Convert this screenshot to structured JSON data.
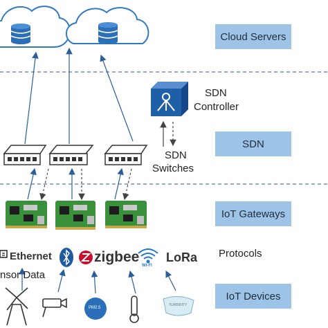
{
  "layers": {
    "cloud": "Cloud Servers",
    "sdn": "SDN",
    "gateways": "IoT Gateways",
    "protocols": "Protocols",
    "devices": "IoT Devices"
  },
  "sdn_controller": {
    "line1": "SDN",
    "line2": "Controller"
  },
  "sdn_switches": {
    "line1": "SDN",
    "line2": "Switches"
  },
  "protocols": {
    "ethernet": "Ethernet",
    "zigbee": "zigbee",
    "wifi": "WI-FI",
    "lora": "LoRa"
  },
  "sensor_data": "nsor Data",
  "device_labels": {
    "pm": "PM2.5",
    "turbidity": "TURBIDITY"
  },
  "colors": {
    "layer_box": "#9dc3e6",
    "divider": "#6e8fb8",
    "cloud_outline": "#2f79c6",
    "database": "#2c6fb5",
    "controller": "#1f5fa8",
    "pcb": "#3a8f3a",
    "zigbee": "#c8102e",
    "wifi": "#1f78c8"
  }
}
